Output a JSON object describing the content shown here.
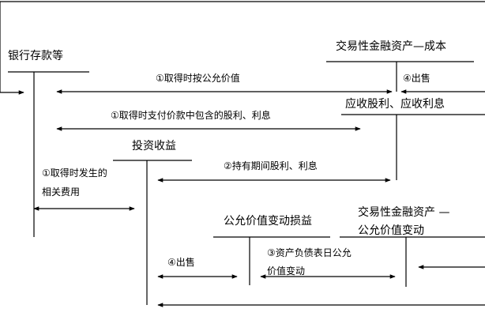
{
  "accounts": {
    "bank_deposit": "银行存款等",
    "tfa_cost": "交易性金融资产—成本",
    "dividends_receivable": "应收股利、应收利息",
    "investment_income": "投资收益",
    "fv_change_gain_loss": "公允价值变动损益",
    "tfa_fv_change_line1": "交易性金融资产 —",
    "tfa_fv_change_line2": "公允价值变动"
  },
  "flows": {
    "acquire_at_fair_value": "①取得时按公允价值",
    "sale_cost": "④出售",
    "acquire_included_dividends": "①取得时支付价款中包含的股利、利息",
    "holding_period_income": "②持有期间股利、利息",
    "acquisition_expenses_line1": "①取得时发生的",
    "acquisition_expenses_line2": "相关费用",
    "fv_change_line1": "③资产负债表日公允",
    "fv_change_line2": "价值变动",
    "sale_fv": "④出售"
  }
}
